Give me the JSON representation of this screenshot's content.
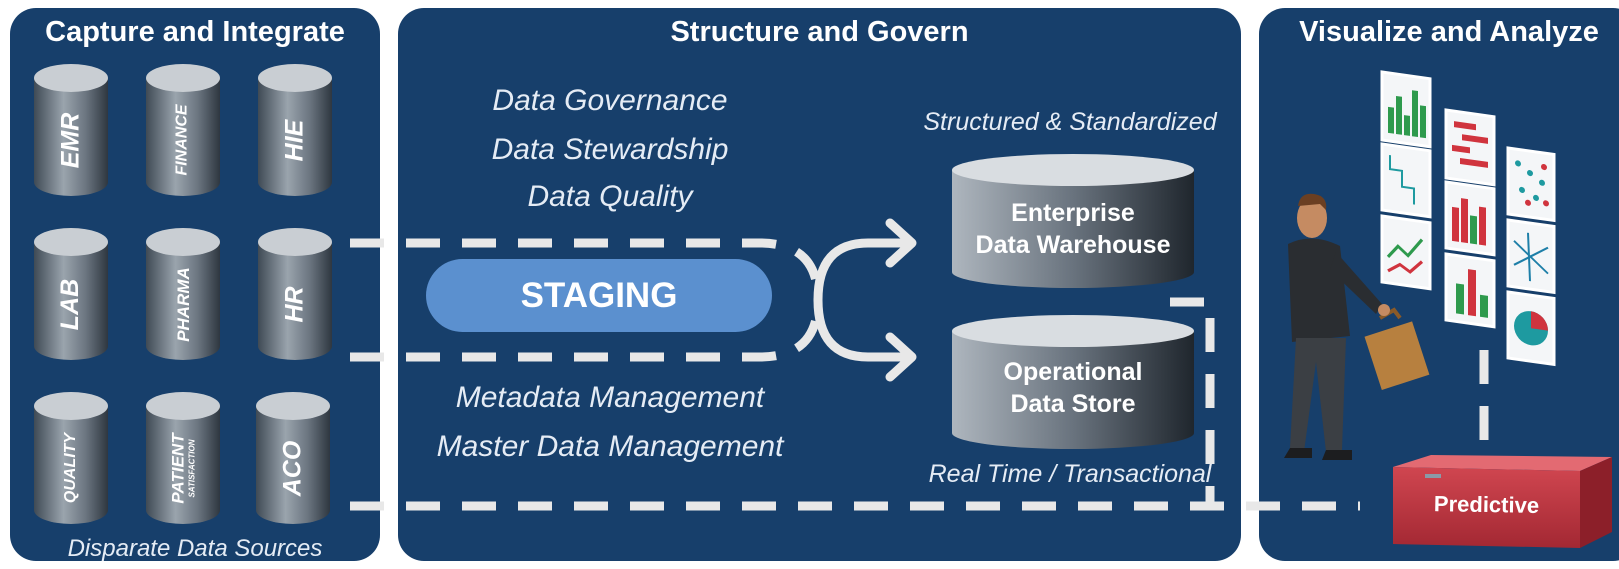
{
  "panels": {
    "capture": {
      "title": "Capture and Integrate",
      "footer": "Disparate Data Sources"
    },
    "structure": {
      "title": "Structure and Govern"
    },
    "visualize": {
      "title": "Visualize and Analyze"
    }
  },
  "sources": [
    {
      "label": "EMR"
    },
    {
      "label": "FINANCE"
    },
    {
      "label": "HIE"
    },
    {
      "label": "LAB"
    },
    {
      "label": "PHARMA"
    },
    {
      "label": "HR"
    },
    {
      "label": "QUALITY"
    },
    {
      "label": "PATIENT",
      "sublabel": "SATISFACTION"
    },
    {
      "label": "ACO"
    }
  ],
  "governance": [
    "Data Governance",
    "Data Stewardship",
    "Data Quality"
  ],
  "management": [
    "Metadata Management",
    "Master Data Management"
  ],
  "staging": "STAGING",
  "stores": {
    "edw": {
      "caption": "Structured & Standardized",
      "line1": "Enterprise",
      "line2": "Data Warehouse"
    },
    "ods": {
      "caption": "Real Time / Transactional",
      "line1": "Operational",
      "line2": "Data Store"
    }
  },
  "predictive": "Predictive",
  "colors": {
    "panel": "#173f6b",
    "staging": "#5b90cf",
    "predictive": "#c23b45",
    "dash": "#e8e8e8"
  }
}
